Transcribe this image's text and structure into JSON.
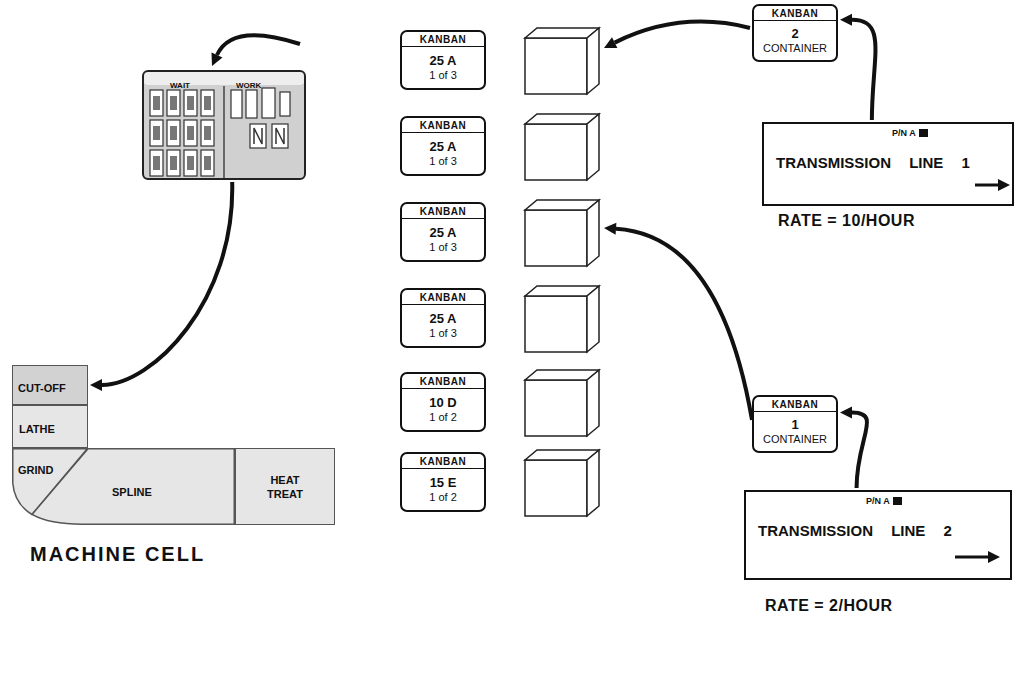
{
  "diagram": {
    "nodes": [
      {
        "text": [
          "WAIT",
          "WORK"
        ]
      },
      {
        "text": [
          "KANBAN",
          "25 A",
          "1 of 3"
        ]
      },
      {
        "text": [
          "KANBAN",
          "2",
          "CONTAINER"
        ]
      },
      {
        "text": [
          "P/N A",
          "TRANSMISSION LINE 1"
        ]
      },
      {
        "text": [
          "KANBAN",
          "25 A",
          "1 of 3"
        ]
      },
      {
        "text": [
          "KANBAN",
          "25 A",
          "1 of 3"
        ]
      },
      {
        "text": [
          "KANBAN",
          "25 A",
          "1 of 3"
        ]
      },
      {
        "text": [
          "CUT-OFF"
        ]
      },
      {
        "text": [
          "LATHE"
        ]
      },
      {
        "text": [
          "GRIND"
        ]
      },
      {
        "text": [
          "SPLINE"
        ]
      },
      {
        "text": [
          "HEAT TREAT"
        ]
      },
      {
        "text": [
          "KANBAN",
          "10 D",
          "1 of 2"
        ]
      },
      {
        "text": [
          "KANBAN",
          "15 E",
          "1 of 2"
        ]
      },
      {
        "text": [
          "KANBAN",
          "1",
          "CONTAINER"
        ]
      },
      {
        "text": [
          "P/N A",
          "TRANSMISSION LINE 2"
        ]
      }
    ],
    "edges": [
      {
        "from": 3,
        "to": 2,
        "arrow": "to"
      },
      {
        "from": 15,
        "to": 14,
        "arrow": "to"
      },
      {
        "from": 0,
        "to": 7,
        "arrow": "to"
      }
    ],
    "labels": [
      "MACHINE CELL",
      "RATE = 10/HOUR",
      "RATE = 2/HOUR"
    ]
  }
}
